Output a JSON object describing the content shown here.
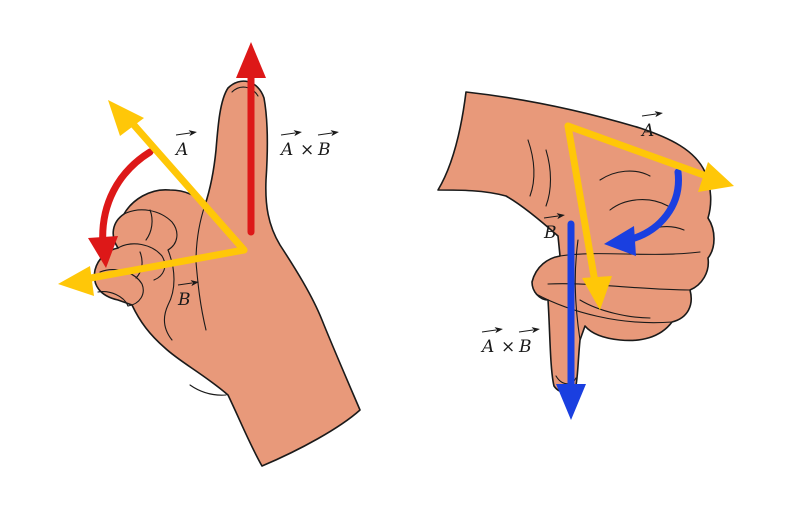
{
  "colors": {
    "skin": "#e8997a",
    "red": "#dd1818",
    "yellow": "#ffc708",
    "blue": "#1a3fe0",
    "outline": "#1a1a1a"
  },
  "left_hand": {
    "label_a": "A",
    "label_b": "B",
    "label_cross_a": "A",
    "label_cross_x": "×",
    "label_cross_b": "B"
  },
  "right_hand": {
    "label_a": "A",
    "label_b": "B",
    "label_cross_a": "A",
    "label_cross_x": "×",
    "label_cross_b": "B"
  }
}
